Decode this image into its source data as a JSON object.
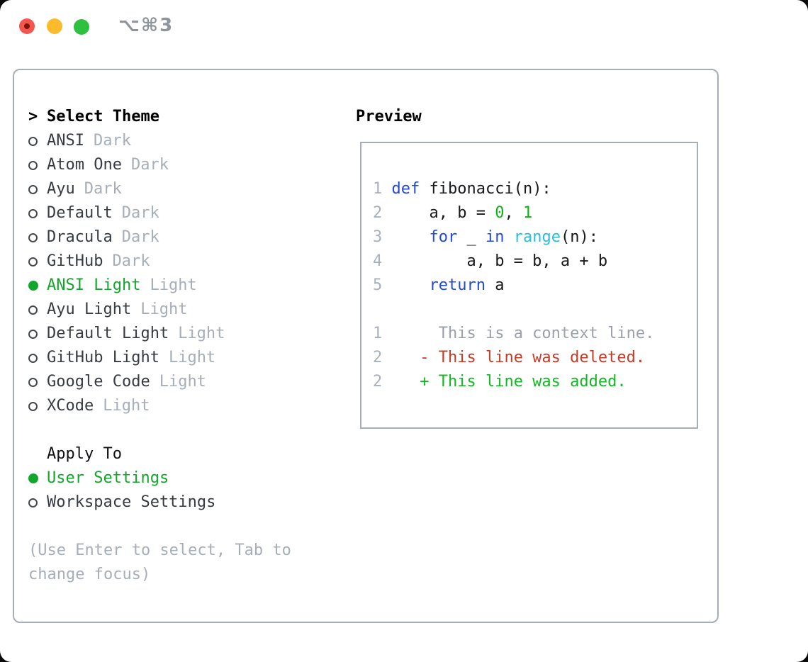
{
  "window": {
    "shortcut_label": "⌥⌘3",
    "traffic_lights": [
      "close",
      "minimize",
      "zoom"
    ]
  },
  "theme_section": {
    "prompt": ">",
    "title": "Select Theme",
    "items": [
      {
        "name": "ANSI",
        "variant": "Dark",
        "selected": false
      },
      {
        "name": "Atom One",
        "variant": "Dark",
        "selected": false
      },
      {
        "name": "Ayu",
        "variant": "Dark",
        "selected": false
      },
      {
        "name": "Default",
        "variant": "Dark",
        "selected": false
      },
      {
        "name": "Dracula",
        "variant": "Dark",
        "selected": false
      },
      {
        "name": "GitHub",
        "variant": "Dark",
        "selected": false
      },
      {
        "name": "ANSI Light",
        "variant": "Light",
        "selected": true
      },
      {
        "name": "Ayu Light",
        "variant": "Light",
        "selected": false
      },
      {
        "name": "Default Light",
        "variant": "Light",
        "selected": false
      },
      {
        "name": "GitHub Light",
        "variant": "Light",
        "selected": false
      },
      {
        "name": "Google Code",
        "variant": "Light",
        "selected": false
      },
      {
        "name": "XCode",
        "variant": "Light",
        "selected": false
      }
    ]
  },
  "apply_section": {
    "title": "Apply To",
    "options": [
      {
        "name": "User Settings",
        "selected": true
      },
      {
        "name": "Workspace Settings",
        "selected": false
      }
    ]
  },
  "help_text": "(Use Enter to select, Tab to change focus)",
  "preview": {
    "title": "Preview",
    "code_lines": [
      {
        "num": "1",
        "tokens": [
          {
            "type": "keyword",
            "text": "def"
          },
          {
            "type": "plain",
            "text": " fibonacci(n):"
          }
        ]
      },
      {
        "num": "2",
        "tokens": [
          {
            "type": "plain",
            "text": "    a, b = "
          },
          {
            "type": "number",
            "text": "0"
          },
          {
            "type": "plain",
            "text": ", "
          },
          {
            "type": "number",
            "text": "1"
          }
        ]
      },
      {
        "num": "3",
        "tokens": [
          {
            "type": "plain",
            "text": "    "
          },
          {
            "type": "keyword",
            "text": "for"
          },
          {
            "type": "plain",
            "text": " _ "
          },
          {
            "type": "keyword",
            "text": "in"
          },
          {
            "type": "plain",
            "text": " "
          },
          {
            "type": "builtin",
            "text": "range"
          },
          {
            "type": "plain",
            "text": "(n):"
          }
        ]
      },
      {
        "num": "4",
        "tokens": [
          {
            "type": "plain",
            "text": "        a, b = b, a + b"
          }
        ]
      },
      {
        "num": "5",
        "tokens": [
          {
            "type": "plain",
            "text": "    "
          },
          {
            "type": "keyword",
            "text": "return"
          },
          {
            "type": "plain",
            "text": " a"
          }
        ]
      }
    ],
    "diff_lines": [
      {
        "num": "1",
        "marker": " ",
        "text": "This is a context line.",
        "kind": "context"
      },
      {
        "num": "2",
        "marker": "-",
        "text": "This line was deleted.",
        "kind": "deleted"
      },
      {
        "num": "2",
        "marker": "+",
        "text": "This line was added.",
        "kind": "added"
      }
    ]
  },
  "colors": {
    "selected_green": "#13a62d",
    "keyword_blue": "#2449d8",
    "builtin_cyan": "#27c0d6",
    "number_green": "#0db117",
    "diff_deleted_red": "#c53b28",
    "diff_added_green": "#12b822",
    "muted_gray": "#a6aeb9",
    "line_number_gray": "#a9b1bd",
    "border_gray": "#a6aeb9",
    "traffic_red": "#f5554d",
    "traffic_yellow": "#fcbb2d",
    "traffic_green": "#2ec03e"
  }
}
